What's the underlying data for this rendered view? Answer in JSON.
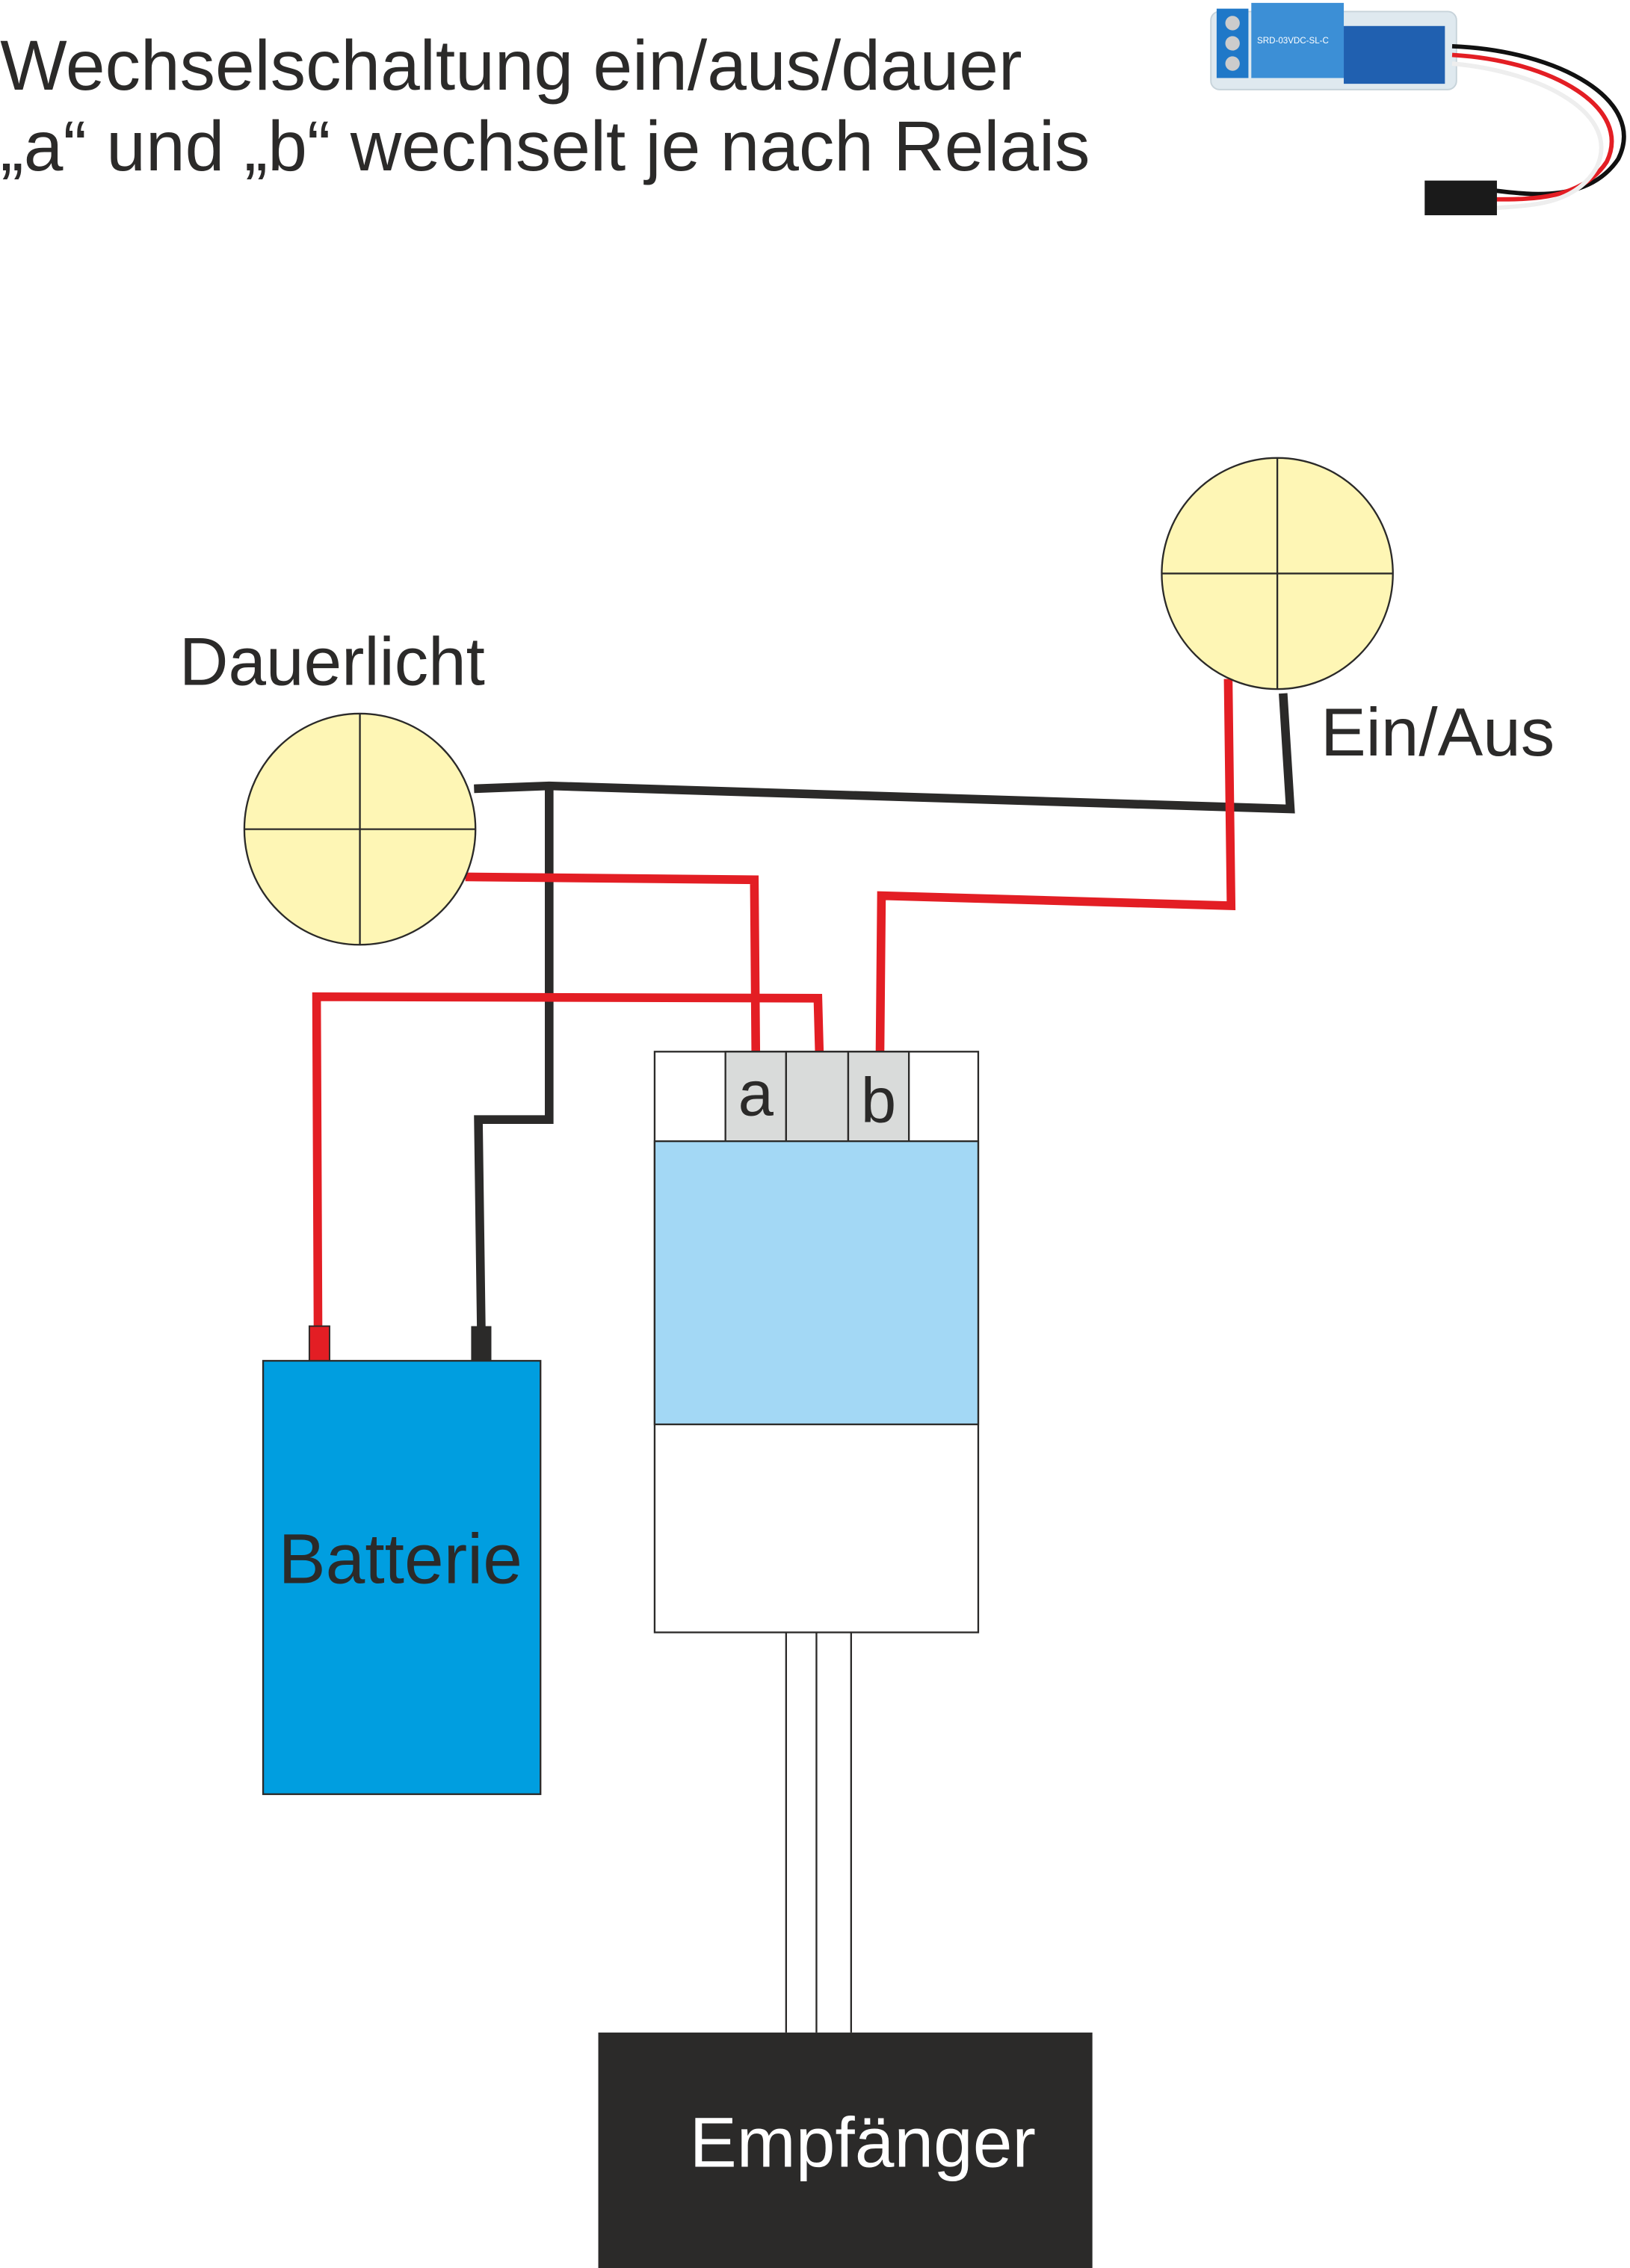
{
  "title": {
    "line1": "Wechselschaltung ein/aus/dauer",
    "line2": "„a“ und „b“ wechselt je nach Relais"
  },
  "labels": {
    "lamp_permanent": "Dauerlicht",
    "lamp_switched": "Ein/Aus",
    "battery": "Batterie",
    "receiver": "Empfänger",
    "contact_a": "a",
    "contact_b": "b"
  },
  "colors": {
    "wire_positive": "#e31e24",
    "wire_negative": "#2b2a29",
    "lamp": "#fef6b5",
    "battery": "#009ee0",
    "relay_coil": "#a3d8f5",
    "contact": "#d9dbda",
    "receiver": "#2b2a29"
  }
}
